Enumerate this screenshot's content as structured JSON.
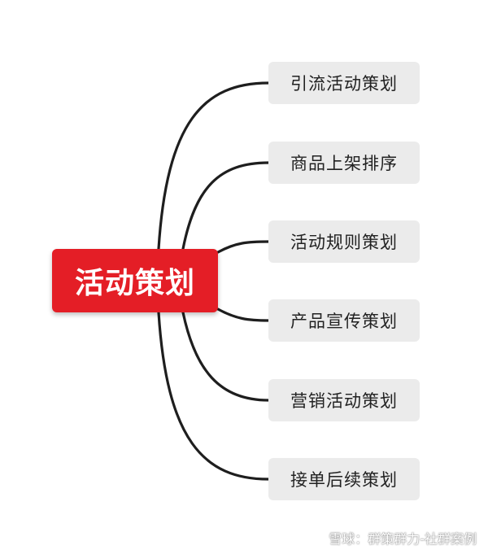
{
  "root": {
    "label": "活动策划",
    "color": "#e41e26"
  },
  "branches": [
    {
      "label": "引流活动策划"
    },
    {
      "label": "商品上架排序"
    },
    {
      "label": "活动规则策划"
    },
    {
      "label": "产品宣传策划"
    },
    {
      "label": "营销活动策划"
    },
    {
      "label": "接单后续策划"
    }
  ],
  "connector_color": "#1e1e1e",
  "watermark": {
    "text": "雪球：群策群力-社群案例"
  }
}
